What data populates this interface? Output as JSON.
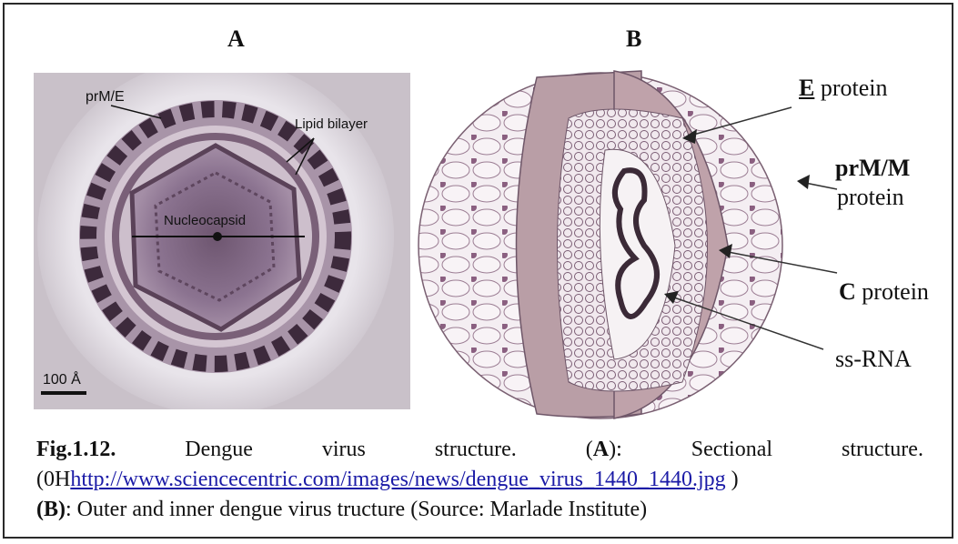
{
  "panels": {
    "a_letter": "A",
    "b_letter": "B"
  },
  "panel_a": {
    "prm_e_label": "prM/E",
    "lipid_label": "Lipid bilayer",
    "nucleocapsid_label": "Nucleocapsid",
    "scale_label": "100 Å"
  },
  "panel_b": {
    "e_letter": "E",
    "e_rest": " protein",
    "prm_label": "prM/M",
    "prm_rest": "protein",
    "c_letter": "C",
    "c_rest": " protein",
    "ssrna_label": "ss-RNA"
  },
  "caption": {
    "fig_label": "Fig.1.12.",
    "w1": "Dengue",
    "w2": "virus",
    "w3": "structure.",
    "a_open": "(",
    "a_letter": "A",
    "a_close": "):",
    "w4": "Sectional",
    "w5": "structure.",
    "line2_prefix": "(0H",
    "line2_link": "http://www.sciencecentric.com/images/news/dengue_virus_1440_1440.jpg",
    "line2_suffix": " )",
    "line3_b": "(B)",
    "line3_rest": ": Outer and inner dengue virus tructure (Source: Marlade Institute)"
  },
  "colors": {
    "virus_dark": "#4a3448",
    "virus_mid": "#8a6a86",
    "shell_pink": "#b59aa0",
    "link": "#1a1aa6"
  }
}
